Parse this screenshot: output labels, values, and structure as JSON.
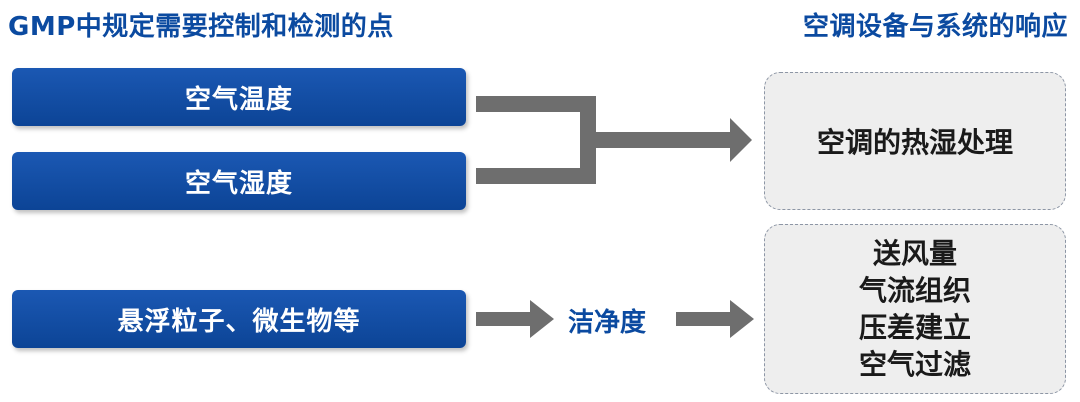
{
  "headings": {
    "left": "GMP中规定需要控制和检测的点",
    "right": "空调设备与系统的响应"
  },
  "control_points": {
    "air_temperature": "空气温度",
    "air_humidity": "空气湿度",
    "particles": "悬浮粒子、微生物等"
  },
  "intermediate": {
    "cleanliness": "洁净度"
  },
  "responses": {
    "thermal": "空调的热湿处理",
    "clean_items": [
      "送风量",
      "气流组织",
      "压差建立",
      "空气过滤"
    ]
  },
  "colors": {
    "primary_blue": "#0b4aa0",
    "arrow_gray": "#6e6e6e",
    "panel_bg": "#eeeeee"
  }
}
